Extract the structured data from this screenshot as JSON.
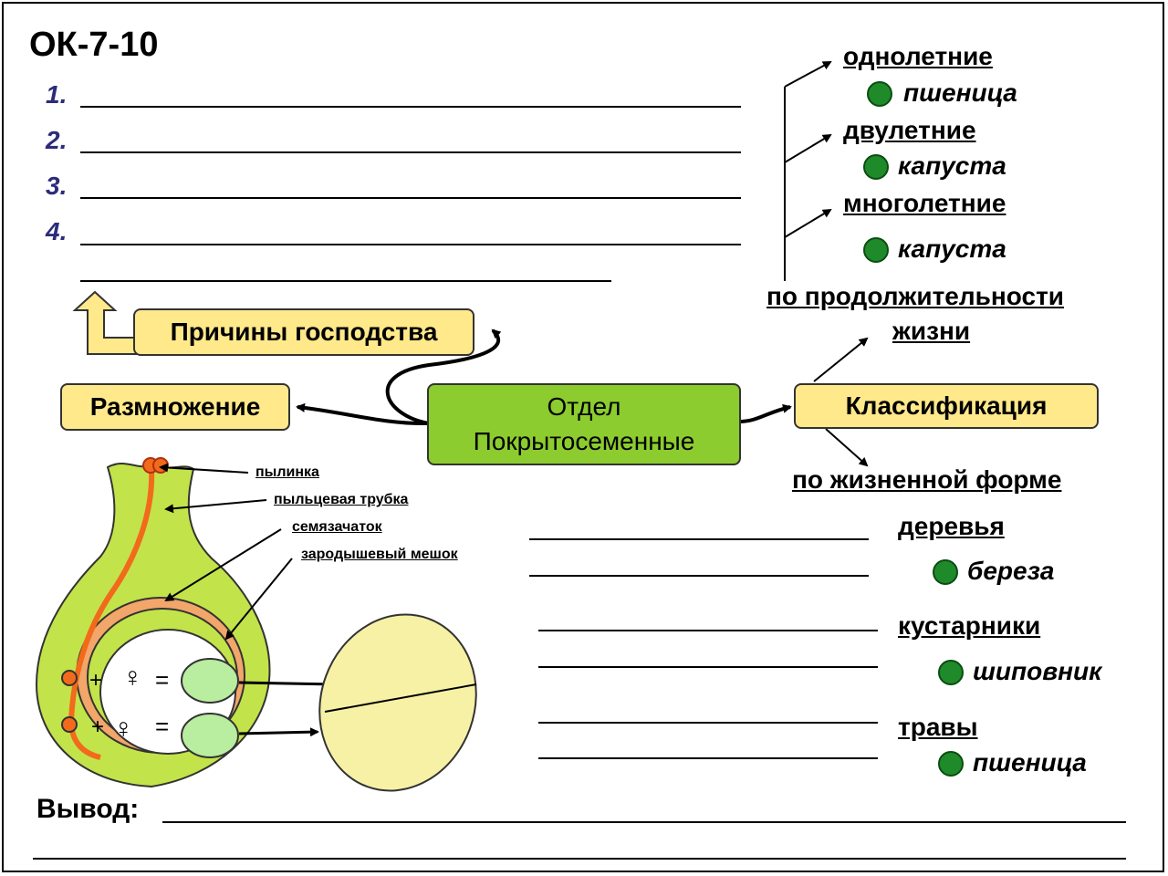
{
  "title": "ОК-7-10",
  "numbered_items": [
    "1.",
    "2.",
    "3.",
    "4."
  ],
  "boxes": {
    "reasons": "Причины господства",
    "reproduction": "Размножение",
    "central_line1": "Отдел",
    "central_line2": "Покрытосеменные",
    "classification": "Классификация"
  },
  "lifespan": {
    "heading_line1": "по продолжительности",
    "heading_line2": "жизни",
    "items": [
      {
        "label": "однолетние",
        "example": "пшеница"
      },
      {
        "label": "двулетние",
        "example": "капуста"
      },
      {
        "label": "многолетние",
        "example": "капуста"
      }
    ]
  },
  "life_form": {
    "heading": "по жизненной форме",
    "items": [
      {
        "label": "деревья",
        "example": "береза"
      },
      {
        "label": "кустарники",
        "example": "шиповник"
      },
      {
        "label": "травы",
        "example": "пшеница"
      }
    ]
  },
  "flower_labels": [
    "пылинка",
    "пыльцевая трубка",
    "семязачаток",
    "зародышевый мешок"
  ],
  "formula": {
    "plus": "+",
    "female": "♀",
    "eq": "="
  },
  "conclusion_label": "Вывод:",
  "colors": {
    "box_yellow": "#ffe98a",
    "box_green": "#8ccc2f",
    "ovary_green": "#c3e34a",
    "pollen_tube": "#f26a1b",
    "example_dot": "#1f8a2a",
    "seed": "#f7f1a6",
    "number_text": "#2c2c7a"
  }
}
